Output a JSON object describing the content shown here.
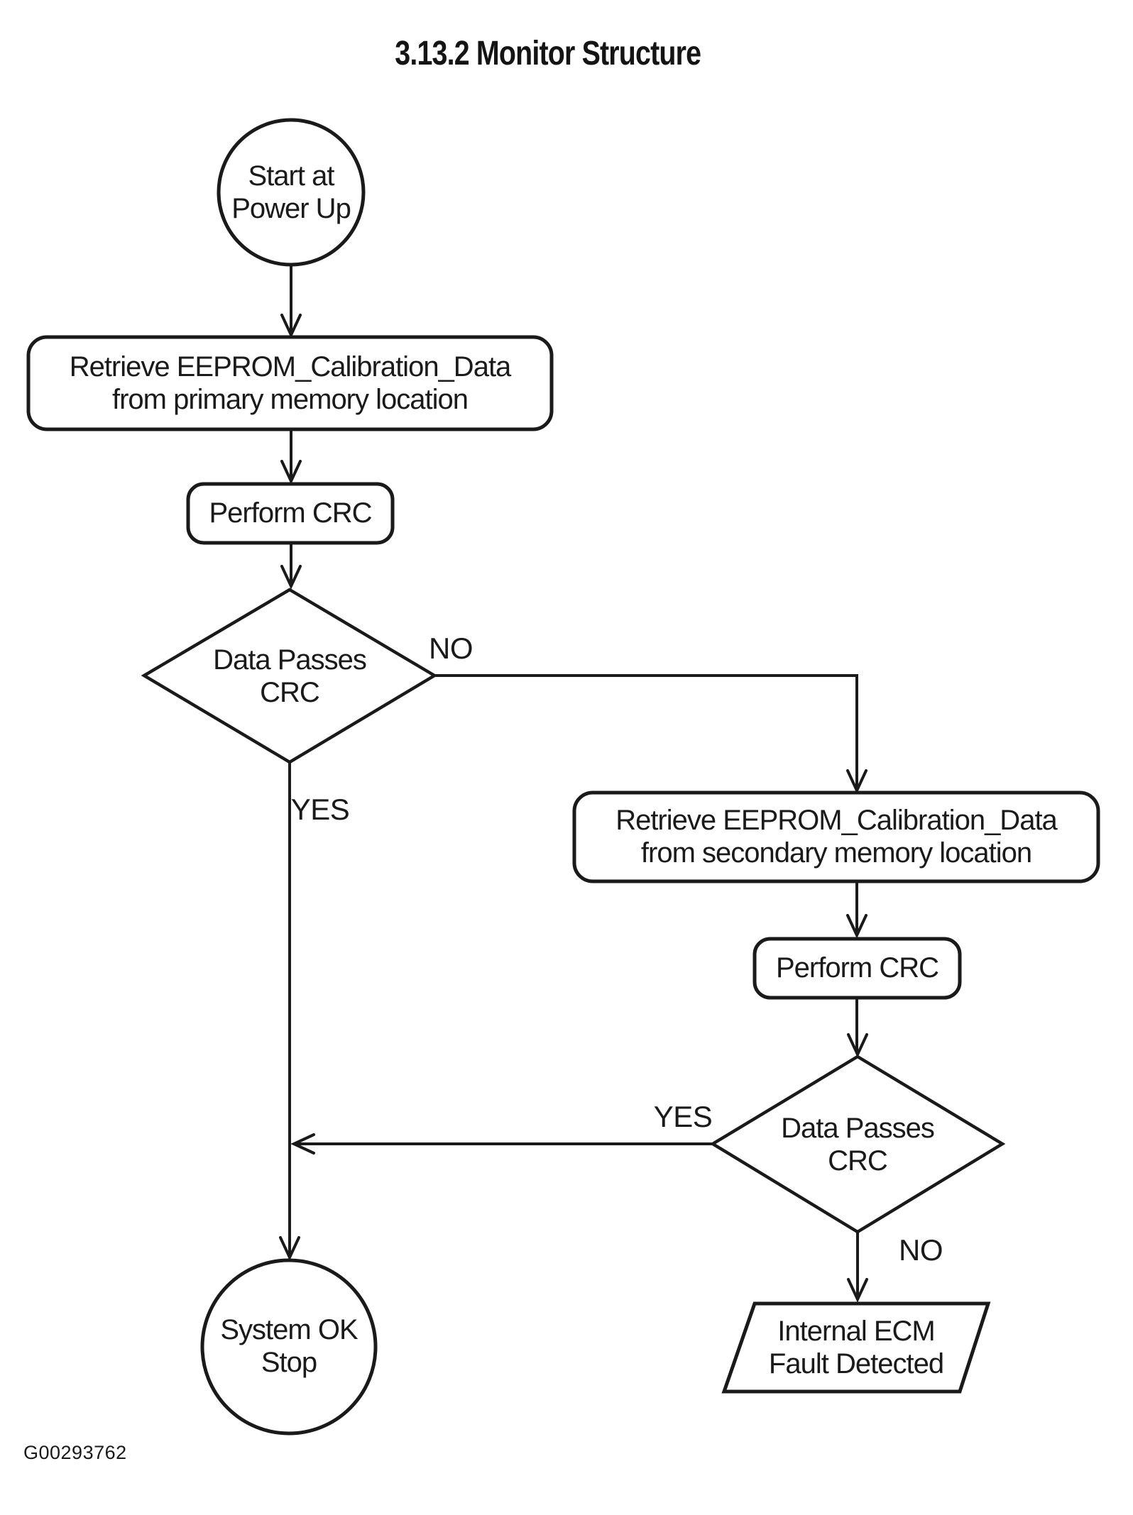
{
  "title": "3.13.2 Monitor Structure",
  "figure_id": "G00293762",
  "colors": {
    "ink": "#1a1a1a",
    "background": "#ffffff"
  },
  "nodes": {
    "start": {
      "shape": "circle",
      "lines": [
        "Start at",
        "Power Up"
      ]
    },
    "retrieve_primary": {
      "shape": "rounded-rect",
      "lines": [
        "Retrieve EEPROM_Calibration_Data",
        "from primary memory location"
      ]
    },
    "perform_crc_1": {
      "shape": "rounded-rect",
      "lines": [
        "Perform CRC"
      ]
    },
    "decision_1": {
      "shape": "diamond",
      "lines": [
        "Data Passes",
        "CRC"
      ]
    },
    "retrieve_secondary": {
      "shape": "rounded-rect",
      "lines": [
        "Retrieve EEPROM_Calibration_Data",
        "from secondary memory location"
      ]
    },
    "perform_crc_2": {
      "shape": "rounded-rect",
      "lines": [
        "Perform CRC"
      ]
    },
    "decision_2": {
      "shape": "diamond",
      "lines": [
        "Data Passes",
        "CRC"
      ]
    },
    "system_ok": {
      "shape": "circle",
      "lines": [
        "System OK",
        "Stop"
      ]
    },
    "internal_ecm_fault": {
      "shape": "parallelogram",
      "lines": [
        "Internal ECM",
        "Fault Detected"
      ]
    }
  },
  "edge_labels": {
    "decision_1_no": "NO",
    "decision_1_yes": "YES",
    "decision_2_yes": "YES",
    "decision_2_no": "NO"
  },
  "edges": [
    {
      "from": "start",
      "to": "retrieve_primary",
      "label": ""
    },
    {
      "from": "retrieve_primary",
      "to": "perform_crc_1",
      "label": ""
    },
    {
      "from": "perform_crc_1",
      "to": "decision_1",
      "label": ""
    },
    {
      "from": "decision_1",
      "to": "retrieve_secondary",
      "label": "NO"
    },
    {
      "from": "decision_1",
      "to": "system_ok",
      "label": "YES"
    },
    {
      "from": "retrieve_secondary",
      "to": "perform_crc_2",
      "label": ""
    },
    {
      "from": "perform_crc_2",
      "to": "decision_2",
      "label": ""
    },
    {
      "from": "decision_2",
      "to": "system_ok",
      "label": "YES"
    },
    {
      "from": "decision_2",
      "to": "internal_ecm_fault",
      "label": "NO"
    }
  ]
}
